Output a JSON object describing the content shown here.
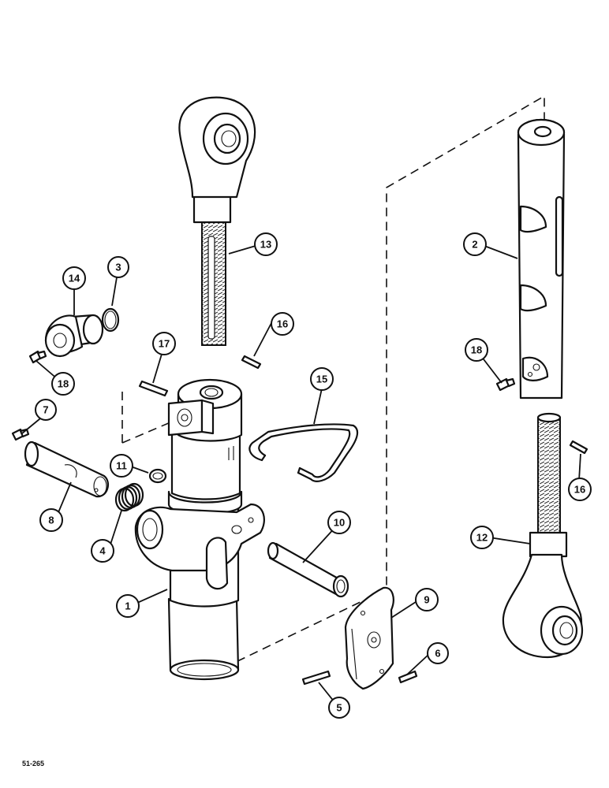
{
  "figure_code": "51-265",
  "callouts": [
    {
      "id": "c1",
      "label": "1"
    },
    {
      "id": "c2",
      "label": "2"
    },
    {
      "id": "c3",
      "label": "3"
    },
    {
      "id": "c4",
      "label": "4"
    },
    {
      "id": "c5",
      "label": "5"
    },
    {
      "id": "c6",
      "label": "6"
    },
    {
      "id": "c7",
      "label": "7"
    },
    {
      "id": "c8",
      "label": "8"
    },
    {
      "id": "c9",
      "label": "9"
    },
    {
      "id": "c10",
      "label": "10"
    },
    {
      "id": "c11",
      "label": "11"
    },
    {
      "id": "c12",
      "label": "12"
    },
    {
      "id": "c13",
      "label": "13"
    },
    {
      "id": "c14",
      "label": "14"
    },
    {
      "id": "c15",
      "label": "15"
    },
    {
      "id": "c16a",
      "label": "16"
    },
    {
      "id": "c16b",
      "label": "16"
    },
    {
      "id": "c17",
      "label": "17"
    },
    {
      "id": "c18a",
      "label": "18"
    },
    {
      "id": "c18b",
      "label": "18"
    }
  ]
}
